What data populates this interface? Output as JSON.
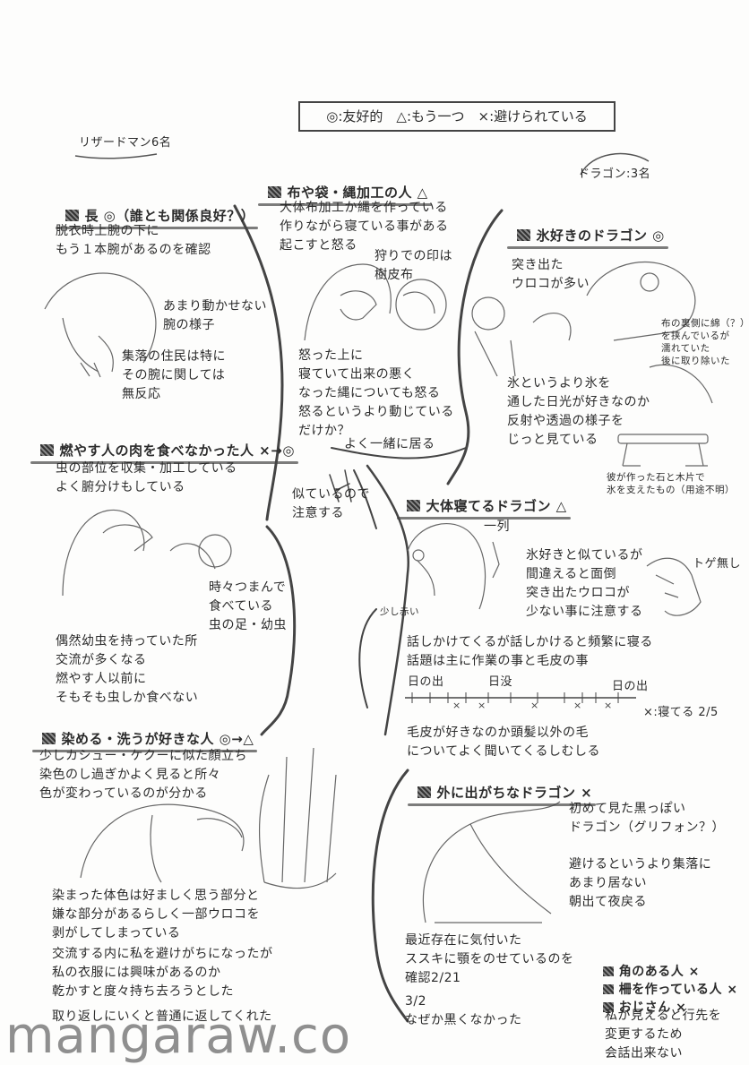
{
  "legend": "◎:友好的　△:もう一つ　×:避けられている",
  "lizardman_label": "リザードマン6名",
  "dragon_label": "ドラゴン:3名",
  "chief": {
    "title": "長 ◎（誰とも関係良好？）",
    "text1": "脱衣時上腕の下に\nもう１本腕があるのを確認",
    "text2": "あまり動かせない\n腕の様子",
    "text3": "集落の住民は特に\nその腕に関しては\n無反応"
  },
  "rope": {
    "title": "布や袋・縄加工の人 △",
    "text1": "大体布加工か縄を作っている\n作りながら寝ている事がある\n起こすと怒る",
    "text2": "狩りでの印は\n樹皮布",
    "text3": "怒った上に\n寝ていて出来の悪く\nなった縄についても怒る\n怒るというより動じている\nだけか？"
  },
  "together": "よく一緒に居る",
  "similar": "似ているので\n注意する",
  "ice": {
    "title": "氷好きのドラゴン ◎",
    "text1": "突き出た\nウロコが多い",
    "text2": "布の裏側に綿（？）\nを挟んでいるが\n濡れていた\n後に取り除いた",
    "text3": "氷というより氷を\n通した日光が好きなのか\n反射や透過の様子を\nじっと見ている",
    "text4": "彼が作った石と木片で\n氷を支えたもの（用途不明）"
  },
  "burn": {
    "title": "燃やす人の肉を食べなかった人 ×→◎",
    "text1": "虫の部位を収集・加工している\nよく腑分けもしている",
    "text2": "時々つまんで\n食べている\n虫の足・幼虫",
    "text3": "偶然幼虫を持っていた所\n交流が多くなる\n燃やす人以前に\nそもそも虫しか食べない"
  },
  "sleep": {
    "title": "大体寝てるドラゴン △",
    "label_row": "一列",
    "label_red": "少し赤い",
    "label_spike": "トゲ無し",
    "text1": "氷好きと似ているが\n間違えると面倒\n突き出たウロコが\n少ない事に注意する",
    "text2": "話しかけてくるが話しかけると頻繁に寝る\n話題は主に作業の事と毛皮の事",
    "sunrise": "日の出",
    "sunset": "日没",
    "sunrise2": "日の出",
    "sleep_ratio": "×:寝てる 2/5",
    "text3": "毛皮が好きなのか頭髪以外の毛\nについてよく聞いてくるしむしる"
  },
  "dye": {
    "title": "染める・洗うが好きな人 ◎→△",
    "text1": "少しカシュー・ケクーに似た顔立ち\n染色のし過ぎかよく見ると所々\n色が変わっているのが分かる",
    "text2": "染まった体色は好ましく思う部分と\n嫌な部分があるらしく一部ウロコを\n剥がしてしまっている",
    "text3": "交流する内に私を避けがちになったが\n私の衣服には興味があるのか\n乾かすと度々持ち去ろうとした",
    "text4": "取り返しにいくと普通に返してくれた"
  },
  "outside": {
    "title": "外に出がちなドラゴン ×",
    "text1": "初めて見た黒っぽい\nドラゴン（グリフォン？）",
    "text2": "避けるというより集落に\nあまり居ない\n朝出て夜戻る",
    "text3": "最近存在に気付いた\nススキに顎をのせているのを\n確認2/21",
    "text4": "3/2\nなぜか黒くなかった"
  },
  "others": {
    "item1": "角のある人 ×",
    "item2": "柵を作っている人 ×",
    "item3": "おじさん ×",
    "text1": "私が見えると行先を\n変更するため\n会話出来ない"
  },
  "watermark": "mangaraw.co",
  "colors": {
    "ink": "#2b2b2b",
    "watermark": "#8f8f8f"
  }
}
